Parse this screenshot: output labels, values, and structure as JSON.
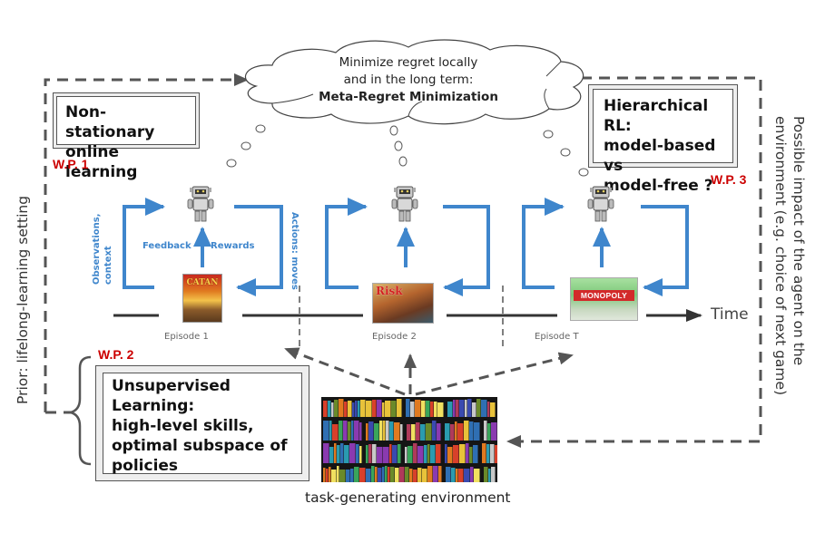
{
  "cloud": {
    "line1": "Minimize regret locally",
    "line2": "and in the long term:",
    "line3": "Meta-Regret Minimization"
  },
  "work_packages": [
    {
      "id": "wp1",
      "tag": "W.P. 1",
      "lines": [
        "Non-stationary",
        "online learning"
      ]
    },
    {
      "id": "wp2",
      "tag": "W.P. 2",
      "lines": [
        "Unsupervised",
        "Learning:",
        "high-level skills,",
        "optimal subspace of",
        "policies"
      ]
    },
    {
      "id": "wp3",
      "tag": "W.P. 3",
      "lines": [
        "Hierarchical RL:",
        "model-based vs",
        "model-free ?"
      ]
    }
  ],
  "loop_labels": {
    "observations": "Observations,",
    "context": "context",
    "feedback": "Feedback",
    "rewards": "Rewards",
    "actions": "Actions: moves"
  },
  "episodes": [
    {
      "label": "Episode 1",
      "game": "CATAN",
      "game_icon": "catan-box-icon"
    },
    {
      "label": "Episode 2",
      "game": "Risk",
      "game_icon": "risk-box-icon"
    },
    {
      "label": "Episode T",
      "game": "MONOPOLY",
      "game_icon": "monopoly-box-icon"
    }
  ],
  "timeline_label": "Time",
  "left_side_label": "Prior: lifelong-learning setting",
  "right_side_label": {
    "line1": "Possible impact of the  agent  on the",
    "line2": "environment (e.g. choice of next game)"
  },
  "environment_label": "task-generating environment",
  "colors": {
    "loop_blue": "#3f86cc",
    "wp_red": "#cc0000",
    "dash_gray": "#555555",
    "timeline": "#333333"
  }
}
